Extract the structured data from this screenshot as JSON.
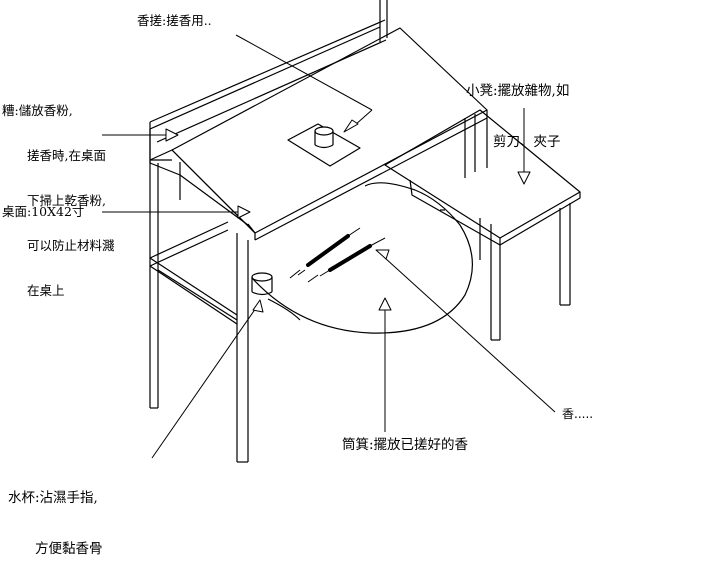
{
  "labels": {
    "tray": [
      "糟:儲放香粉,",
      "　　搓香時,在桌面",
      "　　下掃上乾香粉,",
      "　　可以防止材料濺",
      "　　在桌上"
    ],
    "stick": "香搓:搓香用..",
    "stool": [
      "小凳:擺放雜物,如",
      "　　剪刀、夾子"
    ],
    "desktop": "桌面:10X42寸",
    "incense": "香.....",
    "sieve": "筒箕:擺放已搓好的香",
    "cup": [
      "水杯:沾濕手指,",
      "　　方便黏香骨"
    ]
  },
  "colors": {
    "ink": "#000000",
    "paper": "#ffffff"
  }
}
